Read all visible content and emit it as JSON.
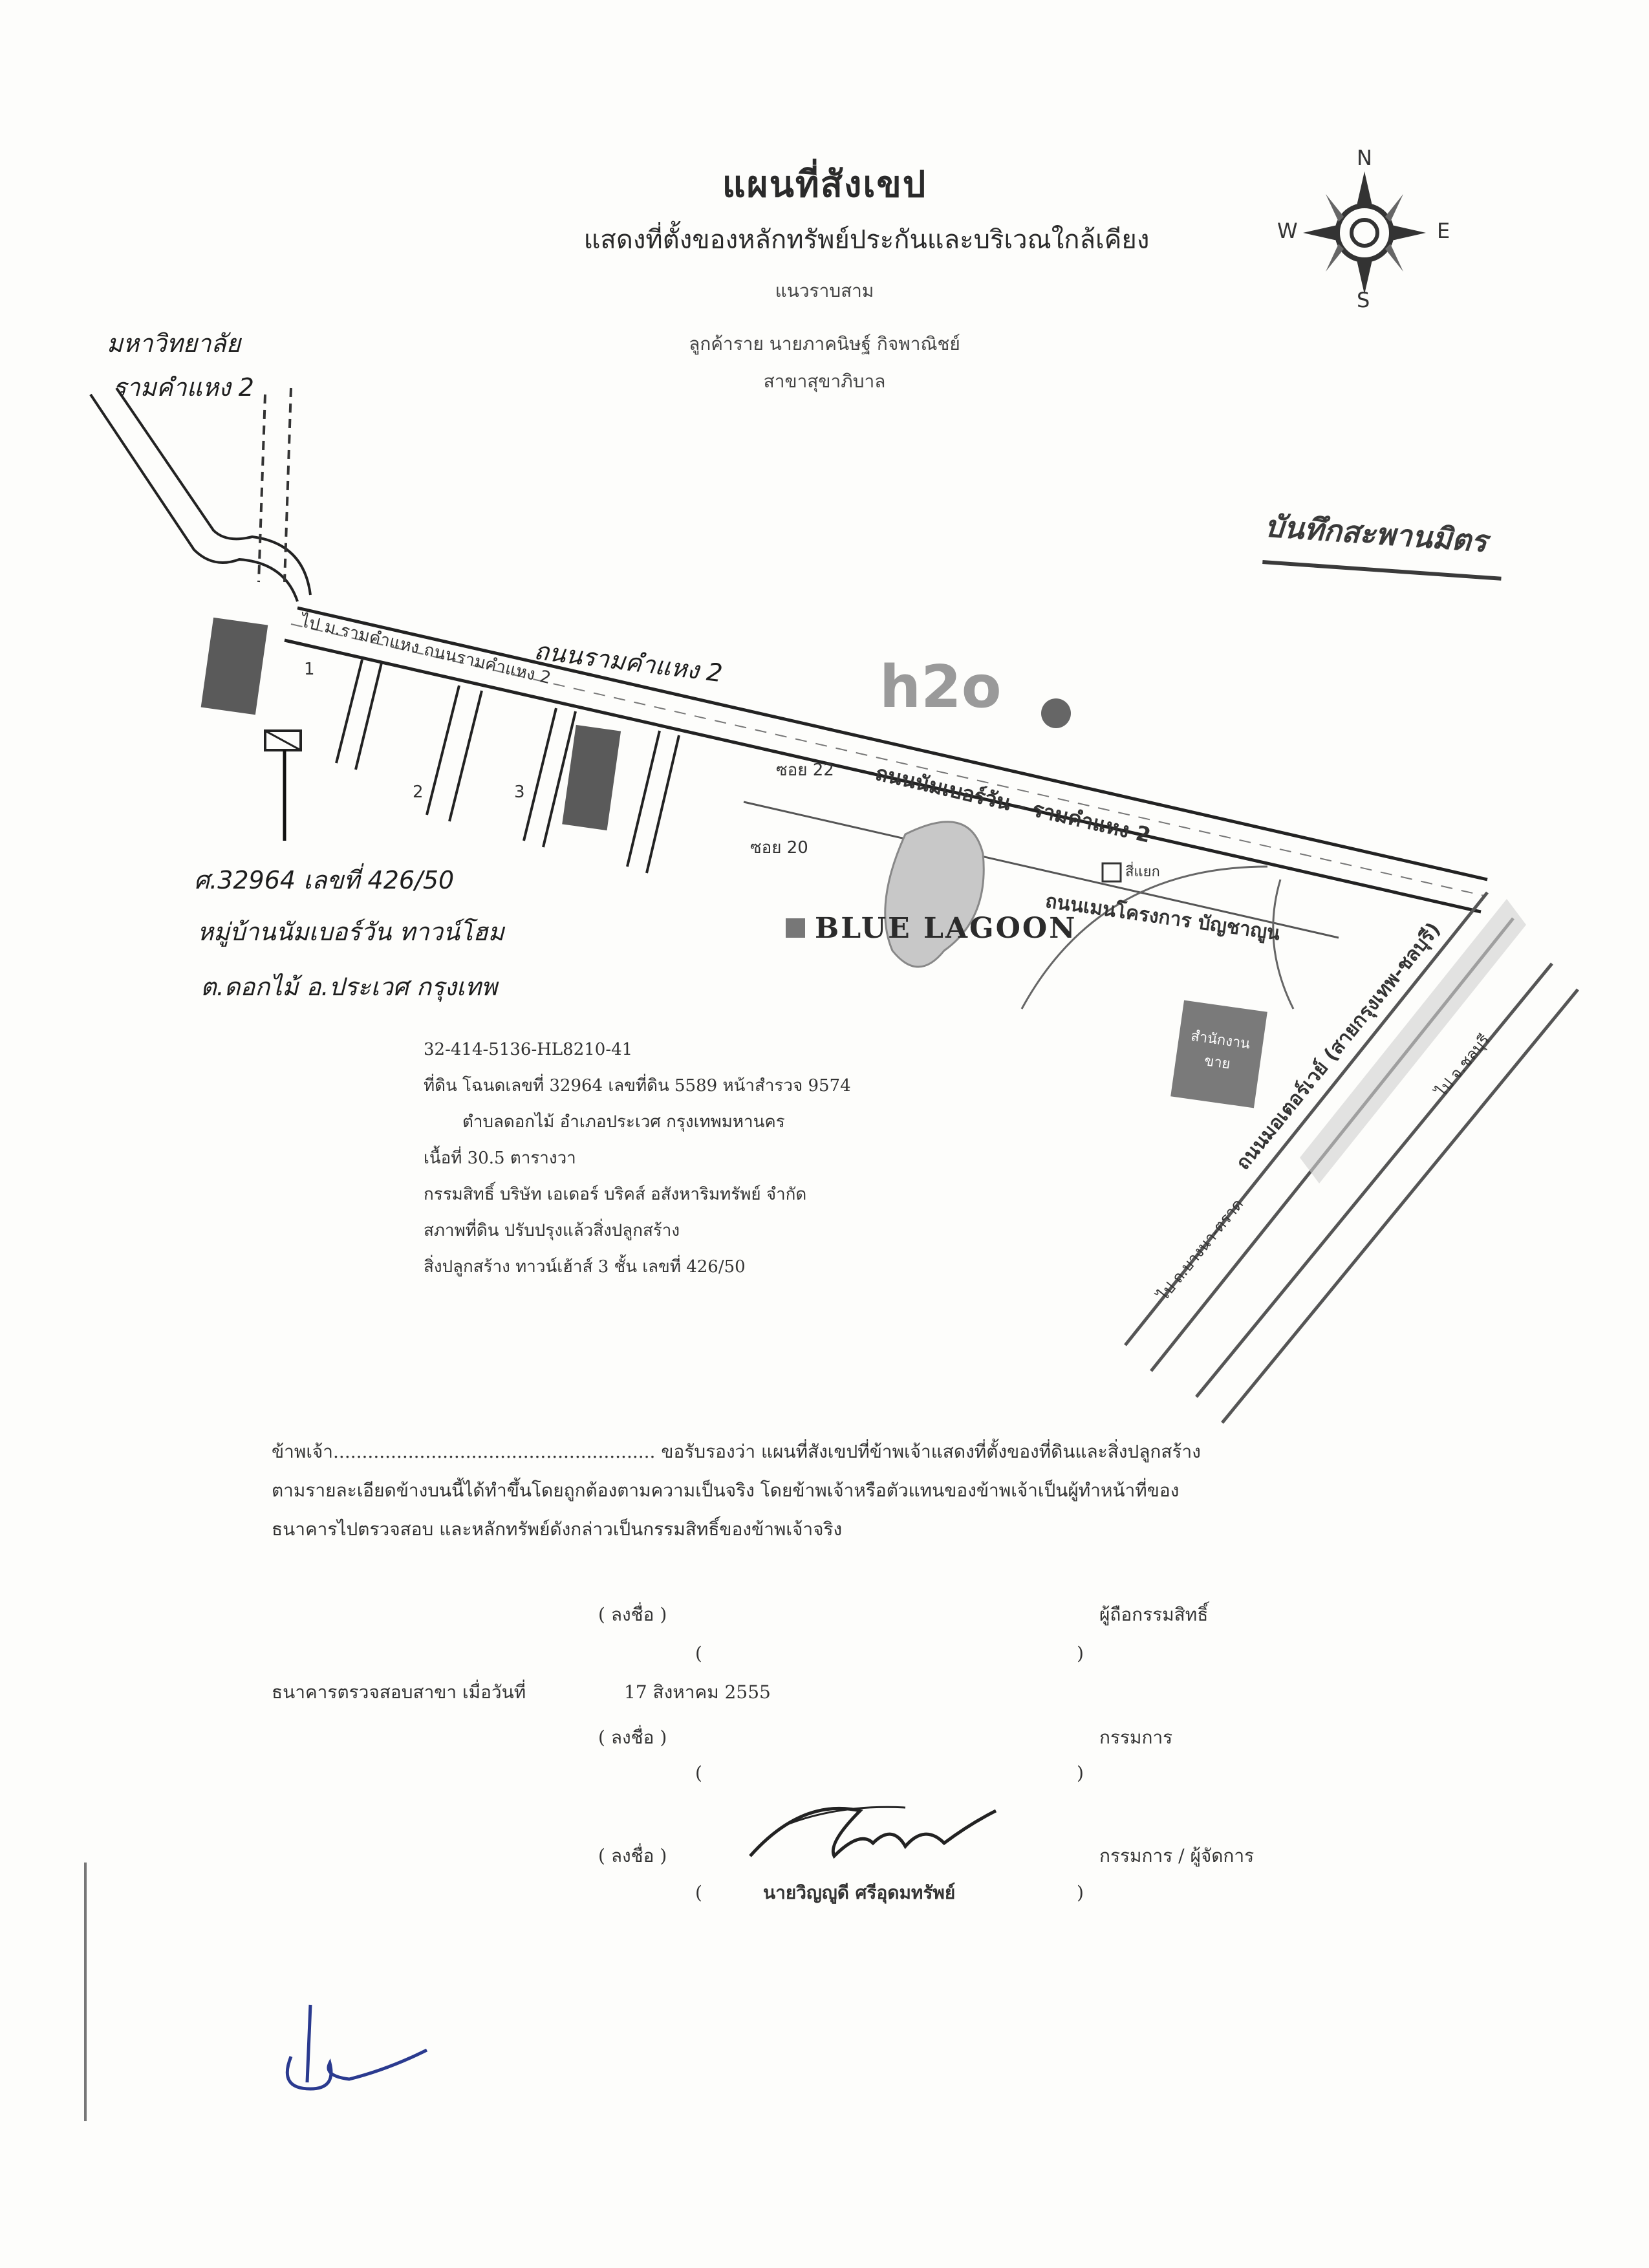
{
  "header": {
    "title": "แผนที่สังเขป",
    "subtitle": "แสดงที่ตั้งของหลักทรัพย์ประกันและบริเวณใกล้เคียง",
    "line3": "แนวราบสาม",
    "line4": "ลูกค้าราย นายภาคนิษฐ์ กิจพาณิชย์",
    "line5": "สาขาสุขาภิบาล"
  },
  "compass": {
    "n": "N",
    "s": "S",
    "e": "E",
    "w": "W"
  },
  "stamp": "บันทึกสะพานมิตร",
  "handwritten": {
    "university": "มหาวิทยาลัย",
    "university_line2": "รามคำแหง 2",
    "road": "ถนนรามคำแหง 2",
    "deed_line1": "ศ.32964 เลขที่ 426/50",
    "deed_line2": "หมู่บ้านนัมเบอร์วัน ทาวน์โฮม",
    "deed_line3": "ต.ดอกไม้ อ.ประเวศ กรุงเทพ"
  },
  "map_labels": {
    "road_top": "ไป ม.รามคำแหง ถนนรามคำแหง 2",
    "road_main": "ถนนนัมเบอร์วัน - รามคำแหง 2",
    "road_project": "ถนนเมนโครงการ บัญชาญูน",
    "soi_a": "ซอย 22",
    "soi_b": "ซอย 20",
    "landmark_small": "สี่แยก",
    "office": "สำนักงานขาย",
    "motorway": "ถนนมอเตอร์เวย์ (สายกรุงเทพ-ชลบุรี)",
    "to_chonburi": "ไป จ.ชลบุรี",
    "to_bangna": "ไป ถ.บางนา-ตราด",
    "h2o": "h2o",
    "blue_lagoon": "BLUE LAGOON",
    "num1": "1",
    "num2": "2",
    "num3": "3"
  },
  "info": [
    "32-414-5136-HL8210-41",
    "ที่ดิน โฉนดเลขที่ 32964 เลขที่ดิน 5589 หน้าสำรวจ 9574",
    "ตำบลดอกไม้ อำเภอประเวศ กรุงเทพมหานคร",
    "เนื้อที่ 30.5 ตารางวา",
    "กรรมสิทธิ์ บริษัท เอเดอร์ บริคส์ อสังหาริมทรัพย์ จำกัด",
    "สภาพที่ดิน ปรับปรุงแล้วสิ่งปลูกสร้าง",
    "สิ่งปลูกสร้าง ทาวน์เฮ้าส์ 3 ชั้น เลขที่ 426/50"
  ],
  "certification": [
    "ข้าพเจ้า........................................................ ขอรับรองว่า แผนที่สังเขปที่ข้าพเจ้าแสดงที่ตั้งของที่ดินและสิ่งปลูกสร้าง",
    "ตามรายละเอียดข้างบนนี้ได้ทำขึ้นโดยถูกต้องตามความเป็นจริง โดยข้าพเจ้าหรือตัวแทนของข้าพเจ้าเป็นผู้ทำหน้าที่ของ",
    "ธนาคารไปตรวจสอบ และหลักทรัพย์ดังกล่าวเป็นกรรมสิทธิ์ของข้าพเจ้าจริง"
  ],
  "signatures": {
    "sign_label": "( ลงชื่อ )",
    "owner_role": "ผู้ถือกรรมสิทธิ์",
    "open_paren": "(",
    "close_paren": ")",
    "bank_line": "ธนาคารตรวจสอบสาขา เมื่อวันที่",
    "date": "17 สิงหาคม 2555",
    "committee": "กรรมการ",
    "manager": "กรรมการ / ผู้จัดการ",
    "signer_name": "นายวิญญูดี ศรีอุดมทรัพย์"
  },
  "initials": "สพ"
}
